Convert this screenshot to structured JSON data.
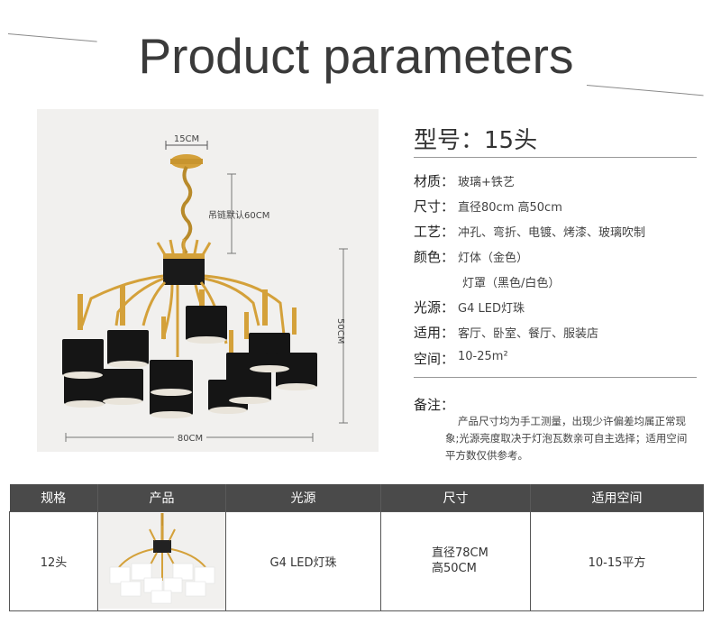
{
  "header": {
    "title": "Product parameters"
  },
  "photo": {
    "dim_top": "15CM",
    "dim_chain": "吊链默认60CM",
    "dim_height": "50CM",
    "dim_width": "80CM"
  },
  "params": {
    "model": "型号：15头",
    "items": [
      {
        "k": "材质：",
        "v": "玻璃+铁艺"
      },
      {
        "k": "尺寸：",
        "v": "直径80cm 高50cm"
      },
      {
        "k": "工艺：",
        "v": "冲孔、弯折、电镀、烤漆、玻璃吹制"
      },
      {
        "k": "颜色：",
        "v": "灯体（金色）"
      },
      {
        "k": "",
        "v": "灯罩（黑色/白色）"
      },
      {
        "k": "光源：",
        "v": "G4 LED灯珠"
      },
      {
        "k": "适用：",
        "v": "客厅、卧室、餐厅、服装店"
      },
      {
        "k": "空间：",
        "v": "10-25m²"
      }
    ],
    "note_label": "备注：",
    "note_text": "产品尺寸均为手工测量，出现少许偏差均属正常现象;光源亮度取决于灯泡瓦数亲可自主选择；适用空间平方数仅供参考。"
  },
  "table": {
    "headers": [
      "规格",
      "产品",
      "光源",
      "尺寸",
      "适用空间"
    ],
    "row": {
      "spec": "12头",
      "light": "G4 LED灯珠",
      "size_line1": "直径78CM",
      "size_line2": "高50CM",
      "space": "10-15平方"
    }
  },
  "colors": {
    "header_bg": "#4a4a4a",
    "gold": "#d4a13a",
    "shade_black": "#151515"
  }
}
